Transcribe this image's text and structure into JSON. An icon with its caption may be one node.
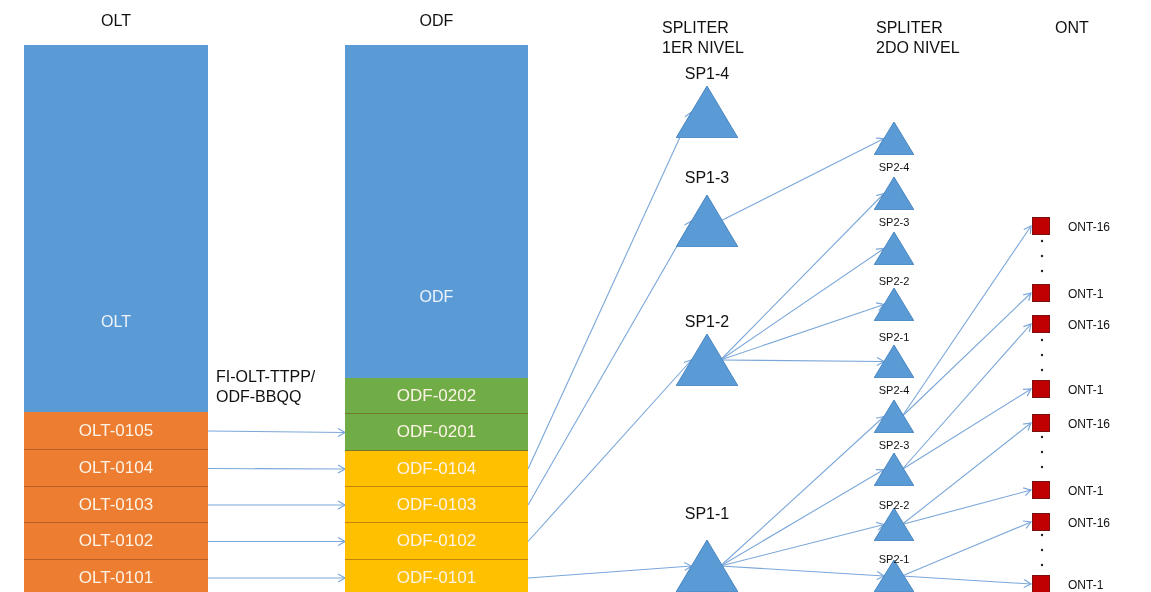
{
  "diagram": {
    "nodes": [
      {
        "text": [
          "OLT",
          "OLT"
        ]
      },
      {
        "text": [
          "OLT-0105"
        ]
      },
      {
        "text": [
          "OLT-0104"
        ]
      },
      {
        "text": [
          "OLT-0103"
        ]
      },
      {
        "text": [
          "OLT-0102"
        ]
      },
      {
        "text": [
          "OLT-0101"
        ]
      },
      {
        "text": [
          "ODF",
          "ODF"
        ]
      },
      {
        "text": [
          "ODF-0202"
        ]
      },
      {
        "text": [
          "ODF-0201"
        ]
      },
      {
        "text": [
          "ODF-0104"
        ]
      },
      {
        "text": [
          "ODF-0103"
        ]
      },
      {
        "text": [
          "ODF-0102"
        ]
      },
      {
        "text": [
          "ODF-0101"
        ]
      },
      {
        "text": [
          "SP1-4"
        ]
      },
      {
        "text": [
          "SP1-3"
        ]
      },
      {
        "text": [
          "SP1-2"
        ]
      },
      {
        "text": [
          "SP1-1"
        ]
      },
      {
        "text": [],
        "shape": "triangle"
      },
      {
        "text": [
          "SP2-4"
        ]
      },
      {
        "text": [
          "SP2-3"
        ]
      },
      {
        "text": [
          "SP2-2"
        ]
      },
      {
        "text": [
          "SP2-1"
        ]
      },
      {
        "text": [
          "SP2-4"
        ]
      },
      {
        "text": [
          "SP2-3"
        ]
      },
      {
        "text": [
          "SP2-2"
        ]
      },
      {
        "text": [
          "SP2-1"
        ]
      },
      {
        "text": [
          "ONT-16"
        ]
      },
      {
        "text": [
          "ONT-1"
        ]
      },
      {
        "text": [
          "ONT-16"
        ]
      },
      {
        "text": [
          "ONT-1"
        ]
      },
      {
        "text": [
          "ONT-16"
        ]
      },
      {
        "text": [
          "ONT-1"
        ]
      },
      {
        "text": [
          "ONT-16"
        ]
      },
      {
        "text": [
          "ONT-1"
        ]
      }
    ],
    "edges": [
      {
        "from": 1,
        "to": 8,
        "arrow": "to",
        "label": "FI-OLT-TTPP/ ODF-BBQQ"
      },
      {
        "from": 2,
        "to": 9,
        "arrow": "to"
      },
      {
        "from": 3,
        "to": 10,
        "arrow": "to"
      },
      {
        "from": 4,
        "to": 11,
        "arrow": "to"
      },
      {
        "from": 5,
        "to": 12,
        "arrow": "to"
      },
      {
        "from": 9,
        "to": 13,
        "arrow": "to"
      },
      {
        "from": 10,
        "to": 14,
        "arrow": "to"
      },
      {
        "from": 11,
        "to": 15,
        "arrow": "to"
      },
      {
        "from": 12,
        "to": 16,
        "arrow": "to"
      },
      {
        "from": 14,
        "to": 17,
        "arrow": "to"
      },
      {
        "from": 15,
        "to": 18,
        "arrow": "to"
      },
      {
        "from": 15,
        "to": 19,
        "arrow": "to"
      },
      {
        "from": 15,
        "to": 20,
        "arrow": "to"
      },
      {
        "from": 15,
        "to": 21,
        "arrow": "to"
      },
      {
        "from": 16,
        "to": 22,
        "arrow": "to"
      },
      {
        "from": 16,
        "to": 23,
        "arrow": "to"
      },
      {
        "from": 16,
        "to": 24,
        "arrow": "to"
      },
      {
        "from": 16,
        "to": 25,
        "arrow": "to"
      },
      {
        "from": 22,
        "to": 26,
        "arrow": "to"
      },
      {
        "from": 22,
        "to": 27,
        "arrow": "to"
      },
      {
        "from": 23,
        "to": 28,
        "arrow": "to"
      },
      {
        "from": 23,
        "to": 29,
        "arrow": "to"
      },
      {
        "from": 24,
        "to": 30,
        "arrow": "to"
      },
      {
        "from": 24,
        "to": 31,
        "arrow": "to"
      },
      {
        "from": 25,
        "to": 32,
        "arrow": "to"
      },
      {
        "from": 25,
        "to": 33,
        "arrow": "to"
      }
    ],
    "labels": [
      "SPLITER 1ER NIVEL",
      "SPLITER 2DO NIVEL",
      "ONT"
    ]
  }
}
